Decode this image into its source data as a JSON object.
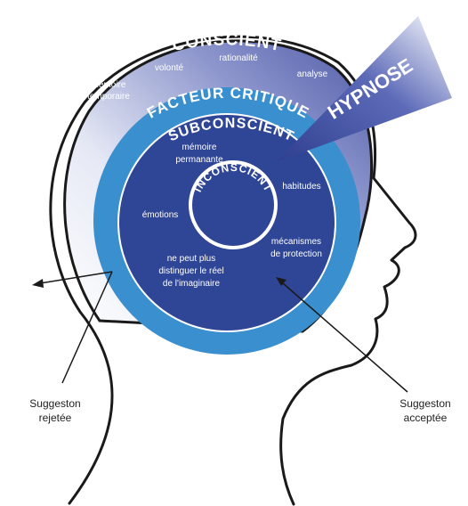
{
  "diagram": {
    "layers": {
      "conscient": {
        "title": "CONSCIENT",
        "items": {
          "memoire_temporaire_line1": "mémoire",
          "memoire_temporaire_line2": "temporaire",
          "volonte": "volonté",
          "rationalite": "rationalité",
          "analyse": "analyse"
        }
      },
      "facteur_critique": {
        "title": "FACTEUR CRITIQUE"
      },
      "subconscient": {
        "title": "SUBCONSCIENT",
        "items": {
          "memoire_permanante_line1": "mémoire",
          "memoire_permanante_line2": "permanante",
          "habitudes": "habitudes",
          "emotions": "émotions",
          "mecanismes_line1": "mécanismes",
          "mecanismes_line2": "de protection",
          "distinguer_line1": "ne peut plus",
          "distinguer_line2": "distinguer le réel",
          "distinguer_line3": "de l'imaginaire"
        }
      },
      "inconscient": {
        "title": "INCONSCIENT"
      }
    },
    "beam": {
      "label": "HYPNOSE"
    },
    "arrows": {
      "rejected": {
        "line1": "Suggeston",
        "line2": "rejetée"
      },
      "accepted": {
        "line1": "Suggeston",
        "line2": "acceptée"
      }
    },
    "colors": {
      "outline": "#1a1a1a",
      "conscient_light": "#ffffff",
      "conscient_dark": "#4f5aa8",
      "facteur_critique": "#3a8fcf",
      "subconscient": "#2f4596",
      "inconscient_ring": "#ffffff",
      "text_light": "#ffffff",
      "text_dark": "#222222"
    }
  }
}
